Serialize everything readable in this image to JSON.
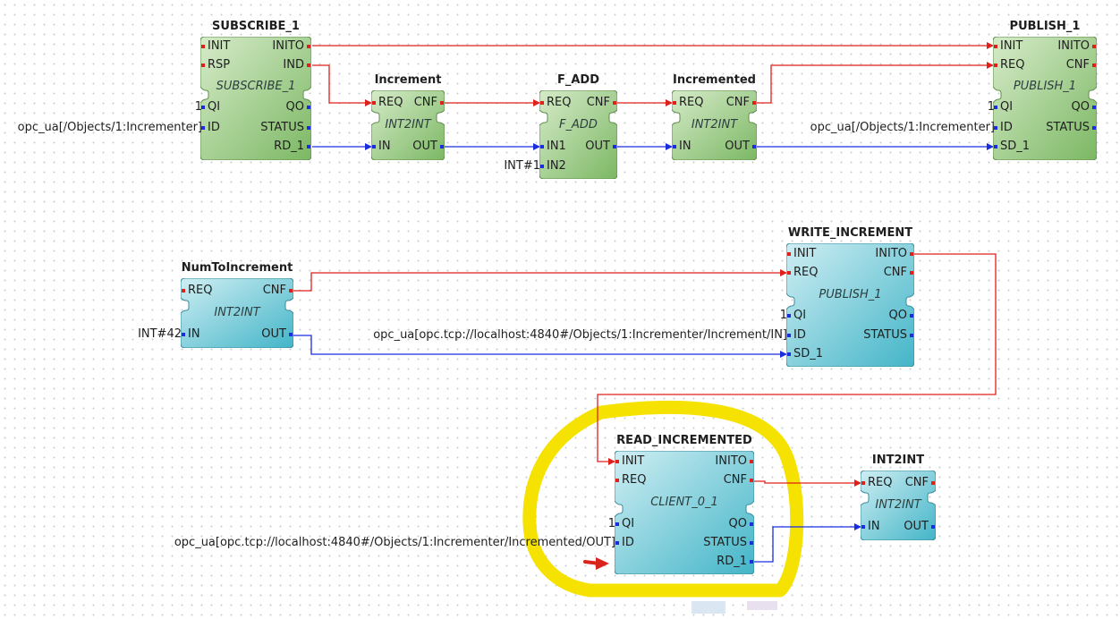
{
  "colors": {
    "event": "#e0201b",
    "data": "#1a2de0",
    "highlight": "#f6e200",
    "green_fb": "#93c47d",
    "teal_fb": "#59c1d3"
  },
  "blocks": {
    "subscribe1": {
      "title": "SUBSCRIBE_1",
      "type": "SUBSCRIBE_1",
      "in_events": [
        "INIT",
        "RSP"
      ],
      "out_events": [
        "INITO",
        "IND"
      ],
      "in_data": [
        "QI",
        "ID"
      ],
      "out_data": [
        "QO",
        "STATUS",
        "RD_1"
      ]
    },
    "increment": {
      "title": "Increment",
      "type": "INT2INT",
      "in_events": [
        "REQ"
      ],
      "out_events": [
        "CNF"
      ],
      "in_data": [
        "IN"
      ],
      "out_data": [
        "OUT"
      ]
    },
    "fadd": {
      "title": "F_ADD",
      "type": "F_ADD",
      "in_events": [
        "REQ"
      ],
      "out_events": [
        "CNF"
      ],
      "in_data": [
        "IN1",
        "IN2"
      ],
      "out_data": [
        "OUT"
      ]
    },
    "incremented": {
      "title": "Incremented",
      "type": "INT2INT",
      "in_events": [
        "REQ"
      ],
      "out_events": [
        "CNF"
      ],
      "in_data": [
        "IN"
      ],
      "out_data": [
        "OUT"
      ]
    },
    "publish1": {
      "title": "PUBLISH_1",
      "type": "PUBLISH_1",
      "in_events": [
        "INIT",
        "REQ"
      ],
      "out_events": [
        "INITO",
        "CNF"
      ],
      "in_data": [
        "QI",
        "ID",
        "SD_1"
      ],
      "out_data": [
        "QO",
        "STATUS"
      ]
    },
    "numtoincrement": {
      "title": "NumToIncrement",
      "type": "INT2INT",
      "in_events": [
        "REQ"
      ],
      "out_events": [
        "CNF"
      ],
      "in_data": [
        "IN"
      ],
      "out_data": [
        "OUT"
      ]
    },
    "write_increment": {
      "title": "WRITE_INCREMENT",
      "type": "PUBLISH_1",
      "in_events": [
        "INIT",
        "REQ"
      ],
      "out_events": [
        "INITO",
        "CNF"
      ],
      "in_data": [
        "QI",
        "ID",
        "SD_1"
      ],
      "out_data": [
        "QO",
        "STATUS"
      ]
    },
    "read_incremented": {
      "title": "READ_INCREMENTED",
      "type": "CLIENT_0_1",
      "in_events": [
        "INIT",
        "REQ"
      ],
      "out_events": [
        "INITO",
        "CNF"
      ],
      "in_data": [
        "QI",
        "ID"
      ],
      "out_data": [
        "QO",
        "STATUS",
        "RD_1"
      ]
    },
    "int2int": {
      "title": "INT2INT",
      "type": "INT2INT",
      "in_events": [
        "REQ"
      ],
      "out_events": [
        "CNF"
      ],
      "in_data": [
        "IN"
      ],
      "out_data": [
        "OUT"
      ]
    }
  },
  "params": {
    "sub1_qi": "1",
    "sub1_id": "opc_ua[/Objects/1:Incrementer]",
    "fadd_in2": "INT#1",
    "pub1_qi": "1",
    "pub1_id": "opc_ua[/Objects/1:Incrementer]",
    "num_in": "INT#42",
    "write_qi": "1",
    "write_id": "opc_ua[opc.tcp://localhost:4840#/Objects/1:Incrementer/Increment/IN]",
    "read_qi": "1",
    "read_id": "opc_ua[opc.tcp://localhost:4840#/Objects/1:Incrementer/Incremented/OUT]"
  }
}
